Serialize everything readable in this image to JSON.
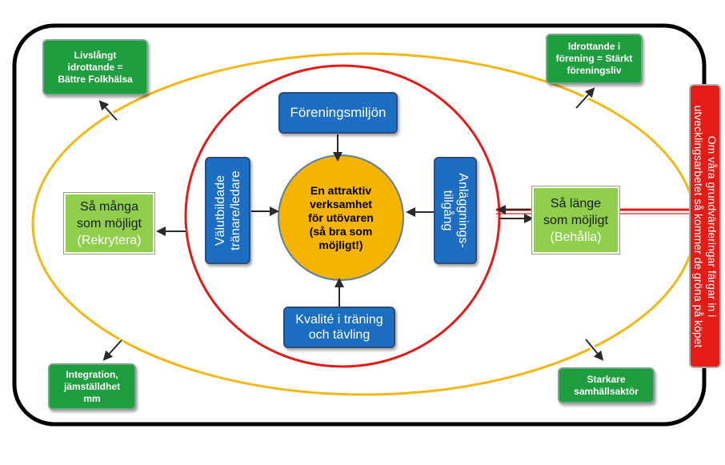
{
  "center": {
    "text": "En attraktiv\nverksamhet\nför utövaren\n(så bra som\nmöjligt!)"
  },
  "blue": {
    "top": "Föreningsmiljön",
    "left": "Välutbildade\ntränare/ledare",
    "right": "Anläggnings-\ntillgång",
    "bottom": "Kvalité i träning\noch tävling"
  },
  "green_light": {
    "left": {
      "line1": "Så många",
      "line2": "som möjligt",
      "line3": "(Rekrytera)"
    },
    "right": {
      "line1": "Så länge",
      "line2": "som möjligt",
      "line3": "(Behålla)"
    }
  },
  "green_dark": {
    "top_left": "Livslångt\nidrottande =\nBättre Folkhälsa",
    "top_right": "Idrottande i\nförening = Stärkt\nföreningsliv",
    "bottom_left": "Integration,\njämställdhet\nmm",
    "bottom_right": "Starkare\nsamhällsaktör"
  },
  "side_note": "Om våra grundvärderingar färgar in i\nutvecklingsarbetet så kommer de gröna på köpet",
  "colors": {
    "outer_frame": "#000000",
    "yellow_ellipse": "#f5b716",
    "red_ellipse": "#e41b17",
    "center_circle": "#f5b400",
    "blue_box": "#1b6ec2",
    "light_green": "#8fcf4c",
    "dark_green": "#1f9e3f",
    "red_side_box": "#e41b17"
  }
}
